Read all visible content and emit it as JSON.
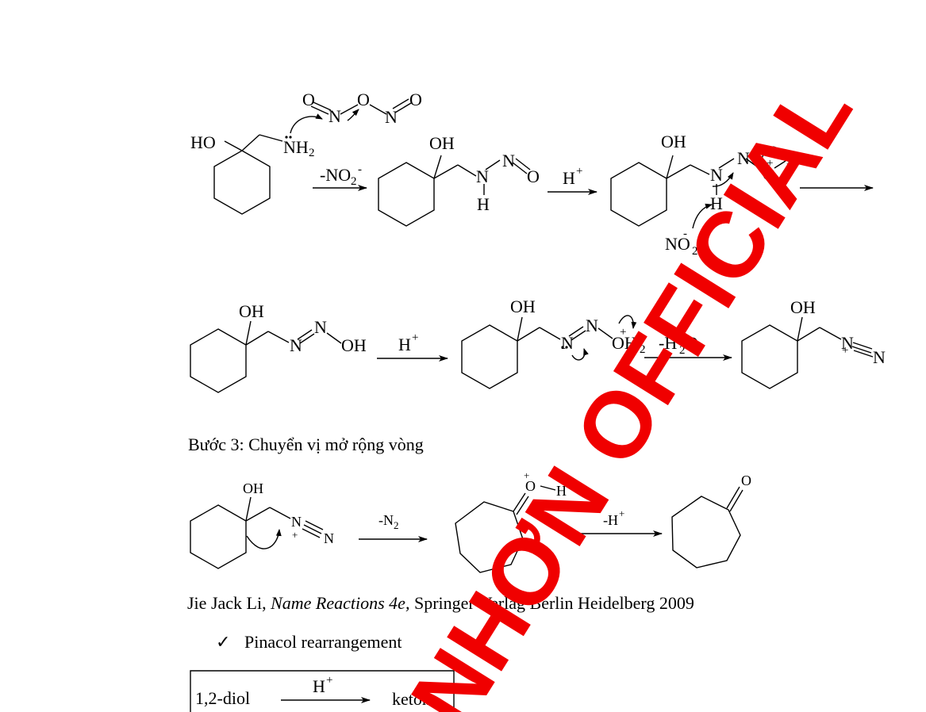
{
  "reaction1": {
    "start": {
      "ho": "HO",
      "nh2": "NH",
      "nh2_sub": "2"
    },
    "n2o3": {
      "o1": "O",
      "n1": "N",
      "o2": "O",
      "n2": "N",
      "o3": "O"
    },
    "arrow1_label": "-NO",
    "arrow1_sub": "2",
    "arrow1_sup": "-",
    "nitrosamine": {
      "oh": "OH",
      "n": "N",
      "h": "H",
      "n2": "N",
      "o": "O"
    },
    "arrow2_label": "H",
    "arrow2_sup": "+",
    "protonated": {
      "oh": "OH",
      "n": "N",
      "h": "H",
      "n2": "N",
      "o": "O",
      "h2": "H",
      "plus": "+",
      "no2": "NO",
      "no2_sub": "2",
      "no2_sup": "-"
    }
  },
  "reaction2": {
    "diazohydroxide": {
      "oh": "OH",
      "n1": "N",
      "n2": "N",
      "oh2": "OH"
    },
    "arrow1_label": "H",
    "arrow1_sup": "+",
    "protonated": {
      "oh": "OH",
      "n1": "N",
      "n2": "N",
      "oh2": "OH",
      "oh2_sub": "2",
      "plus": "+"
    },
    "arrow2_label": "-H",
    "arrow2_sub": "2",
    "arrow2_tail": "O",
    "diazonium": {
      "oh": "OH",
      "n1": "N",
      "n2": "N",
      "plus": "+"
    }
  },
  "step3_caption": "Bước 3: Chuyển vị mở rộng vòng",
  "reaction3": {
    "diazonium": {
      "oh": "OH",
      "n1": "N",
      "n2": "N",
      "plus": "+"
    },
    "arrow1_label": "-N",
    "arrow1_sub": "2",
    "oxocarbenium": {
      "o": "O",
      "h": "H",
      "plus": "+"
    },
    "arrow2_label": "-H",
    "arrow2_sup": "+",
    "ketone": {
      "o": "O"
    }
  },
  "reference": {
    "author": "Jie Jack Li,",
    "title": "Name Reactions 4e,",
    "publisher": "Springer-Verlag Berlin Heidelberg 2009"
  },
  "pinacol": {
    "check": "✓",
    "label": "Pinacol rearrangement"
  },
  "box": {
    "reactant": "1,2-diol",
    "reagent": "H",
    "reagent_sup": "+",
    "product": "ketone"
  },
  "watermark": "NHƠN OFFICIAL",
  "colors": {
    "watermark": "#f00000",
    "text": "#000000",
    "background": "#ffffff"
  }
}
